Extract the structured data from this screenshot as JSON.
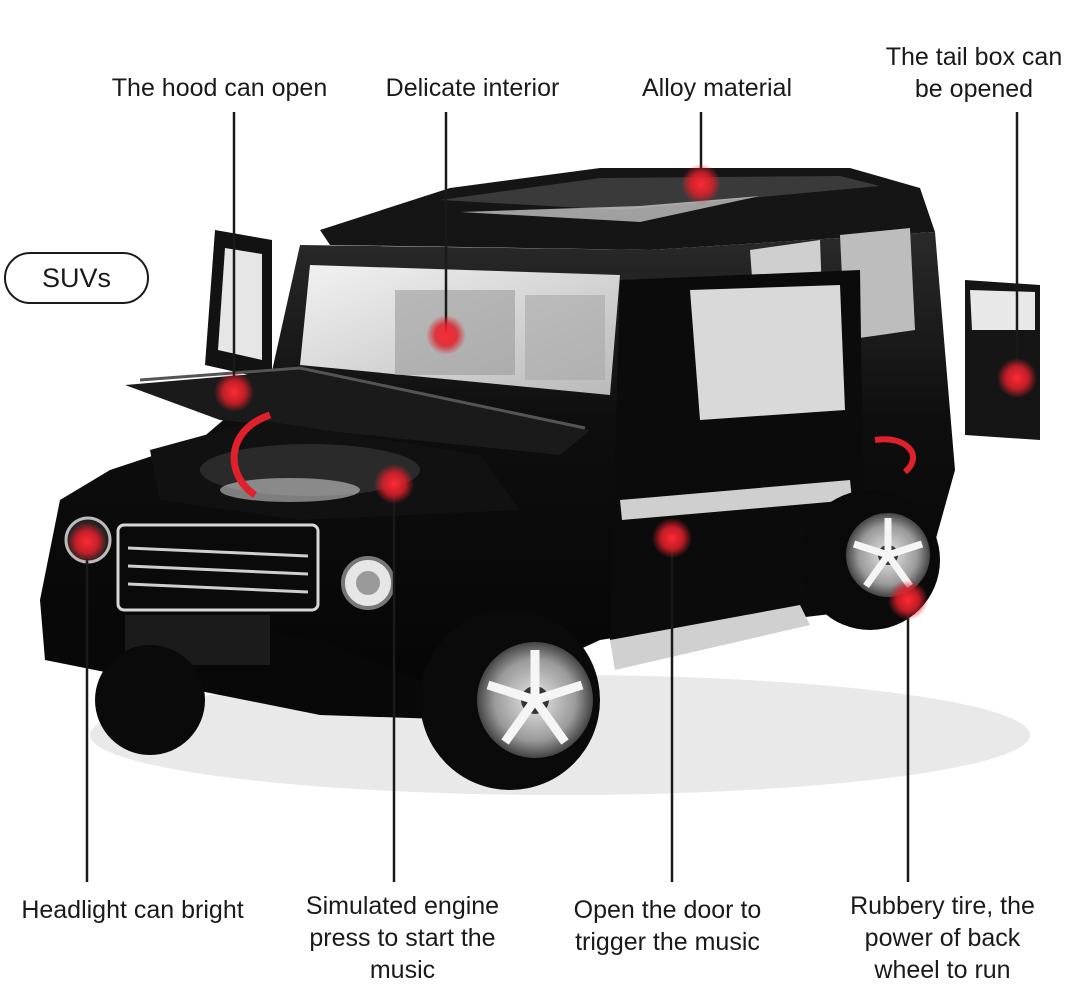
{
  "callouts": {
    "hood": "The hood can open",
    "interior": "Delicate interior",
    "alloy": "Alloy material",
    "tailbox": "The tail box can\nbe opened",
    "headlight": "Headlight can bright",
    "engine": "Simulated engine\npress to start the\nmusic",
    "door": "Open the  door to\ntrigger the music",
    "tire": "Rubbery tire, the\npower of back\nwheel to run"
  },
  "tag": "SUVs",
  "colors": {
    "car_body": "#0d0d0d",
    "marker": "#e0202a",
    "text": "#1a1a1a"
  }
}
